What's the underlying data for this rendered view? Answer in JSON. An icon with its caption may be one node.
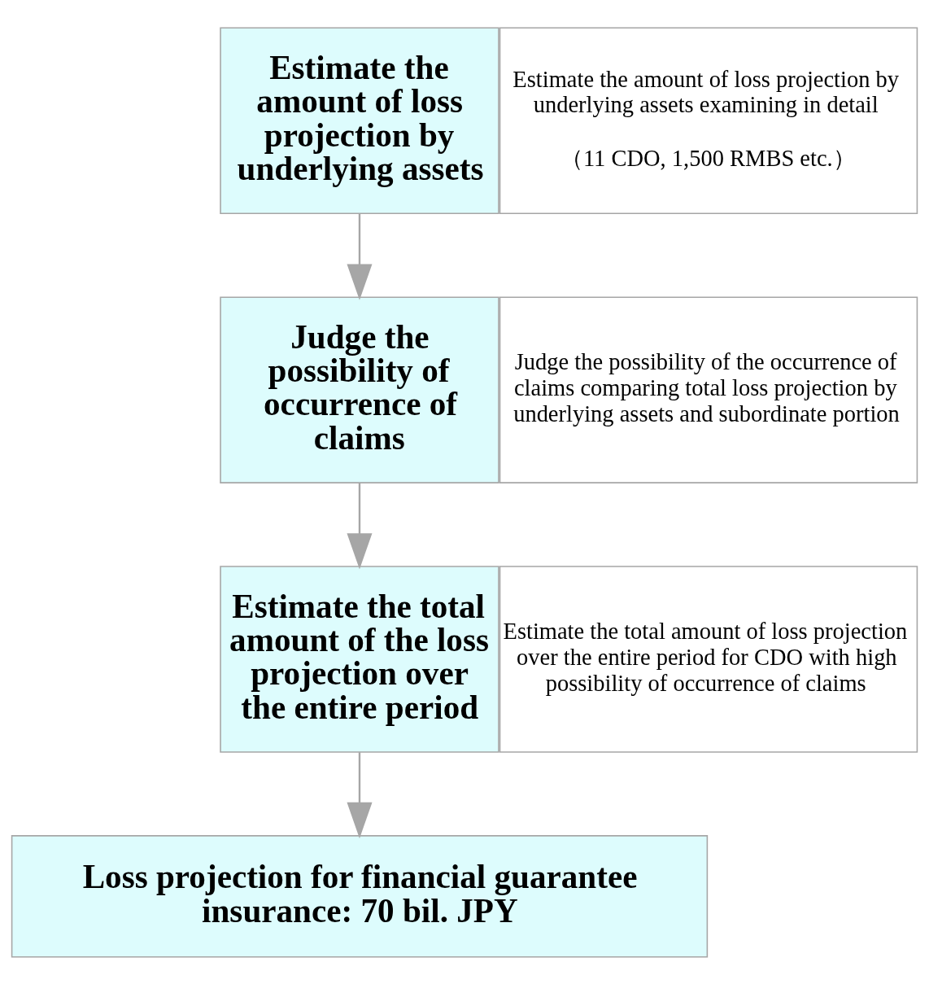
{
  "diagram": {
    "nodes": [
      {
        "text": [
          "Estimate the amount of loss projection by underlying assets"
        ]
      },
      {
        "text": [
          "Estimate the amount of loss projection by underlying assets examining in detail",
          "（11 CDO, 1,500 RMBS etc.）"
        ]
      },
      {
        "text": [
          "Judge the possibility of occurrence of claims"
        ]
      },
      {
        "text": [
          "Judge the possibility of the occurrence of claims comparing total loss projection by underlying assets and subordinate portion"
        ]
      },
      {
        "text": [
          "Estimate the total amount of the loss projection over the entire period"
        ]
      },
      {
        "text": [
          "Estimate the total amount of loss projection over the entire period for CDO with high possibility of occurrence of claims"
        ]
      },
      {
        "text": [
          "Loss projection for financial guarantee insurance: 70 bil. JPY"
        ]
      }
    ],
    "edges": [
      {
        "from": 0,
        "to": 2,
        "arrow": "to"
      },
      {
        "from": 2,
        "to": 4,
        "arrow": "to"
      },
      {
        "from": 4,
        "to": 6,
        "arrow": "to"
      }
    ]
  }
}
